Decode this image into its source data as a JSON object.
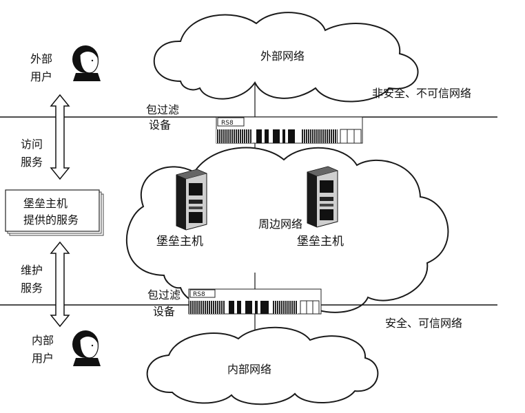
{
  "external_user": {
    "line1": "外部",
    "line2": "用户"
  },
  "internal_user": {
    "line1": "内部",
    "line2": "用户"
  },
  "external_network": "外部网络",
  "internal_network": "内部网络",
  "perimeter_network": "周边网络",
  "untrusted_zone": "非安全、不可信网络",
  "trusted_zone": "安全、可信网络",
  "top_filter": {
    "line1": "包过滤",
    "line2": "设备"
  },
  "bottom_filter": {
    "line1": "包过滤",
    "line2": "设备"
  },
  "access_service": {
    "line1": "访问",
    "line2": "服务"
  },
  "maintenance_service": {
    "line1": "维护",
    "line2": "服务"
  },
  "bastion_services": {
    "line1": "堡垒主机",
    "line2": "提供的服务"
  },
  "bastion_host_left": "堡垒主机",
  "bastion_host_right": "堡垒主机",
  "device_brand_top": "RS8",
  "device_brand_bottom": "RS8"
}
